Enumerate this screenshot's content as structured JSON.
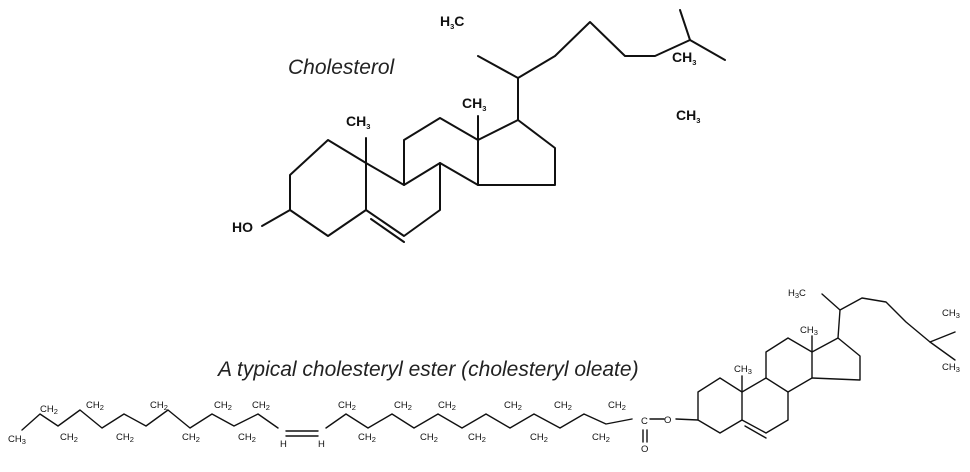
{
  "titles": {
    "cholesterol": "Cholesterol",
    "ester": "A typical cholesteryl ester  (cholesteryl oleate)"
  },
  "atoms": {
    "ch": "CH",
    "ch2": "CH",
    "h3c": "H",
    "h3c_c": "C",
    "sub2": "2",
    "sub3": "3",
    "ho": "HO",
    "o": "O",
    "c": "C",
    "h": "H"
  }
}
